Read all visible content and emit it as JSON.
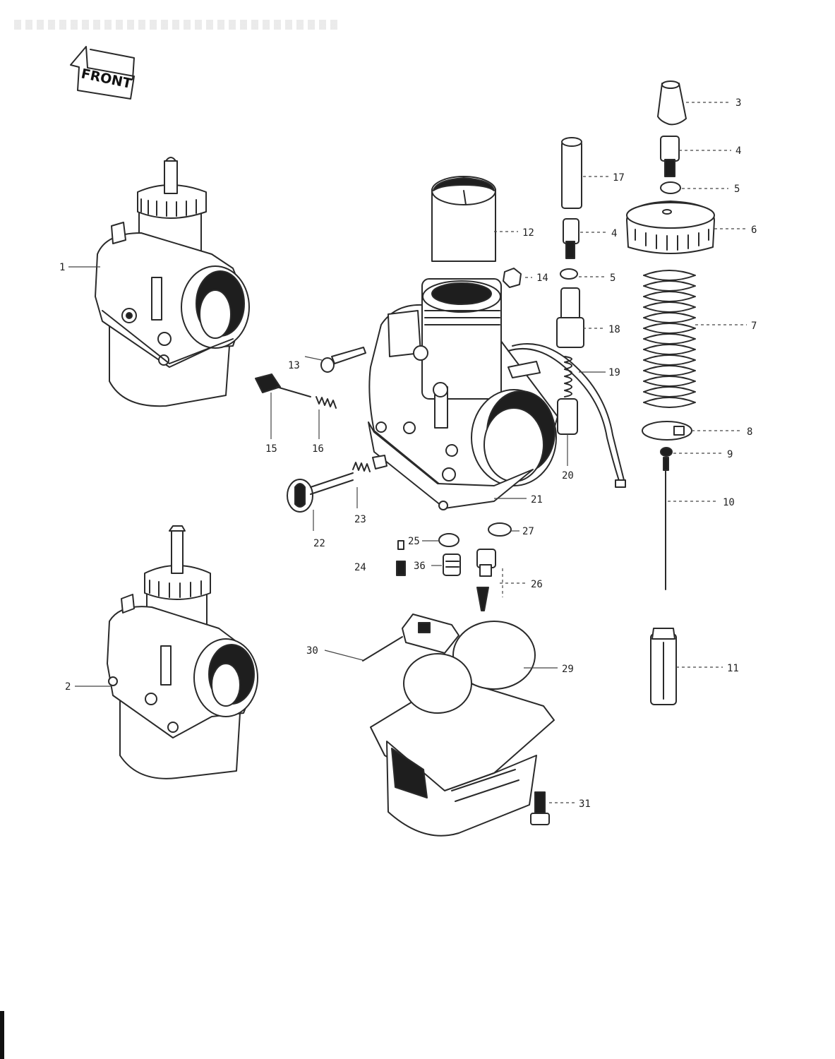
{
  "orientation_label": "FRONT",
  "callouts": {
    "c1": "1",
    "c2": "2",
    "c3": "3",
    "c4a": "4",
    "c4b": "4",
    "c5a": "5",
    "c5b": "5",
    "c6": "6",
    "c7": "7",
    "c8": "8",
    "c9": "9",
    "c10": "10",
    "c11": "11",
    "c12": "12",
    "c13": "13",
    "c14": "14",
    "c15": "15",
    "c16": "16",
    "c17": "17",
    "c18": "18",
    "c19": "19",
    "c20": "20",
    "c21": "21",
    "c22": "22",
    "c23": "23",
    "c24": "24",
    "c25": "25",
    "c26": "26",
    "c27": "27",
    "c29": "29",
    "c30": "30",
    "c31": "31"
  },
  "colors": {
    "ink": "#222222",
    "paper": "#ffffff"
  }
}
